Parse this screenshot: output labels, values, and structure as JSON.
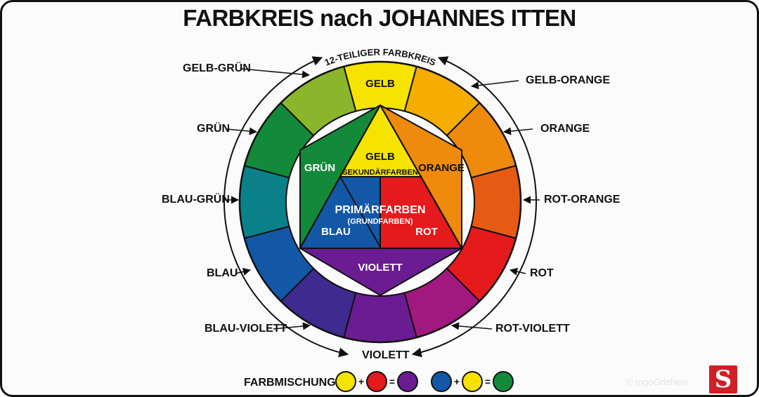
{
  "title": "FARBKREIS nach JOHANNES ITTEN",
  "ring_label": "12-TEILIGER FARBKREIS",
  "segments": [
    {
      "name": "GELB",
      "color": "#f6e300"
    },
    {
      "name": "GELB-ORANGE",
      "color": "#f4ad00"
    },
    {
      "name": "ORANGE",
      "color": "#ee8a0c"
    },
    {
      "name": "ROT-ORANGE",
      "color": "#e65a13"
    },
    {
      "name": "ROT",
      "color": "#e41a1c"
    },
    {
      "name": "ROT-VIOLETT",
      "color": "#a1197e"
    },
    {
      "name": "VIOLETT",
      "color": "#6b1c92"
    },
    {
      "name": "BLAU-VIOLETT",
      "color": "#3f2a8f"
    },
    {
      "name": "BLAU",
      "color": "#1358a7"
    },
    {
      "name": "BLAU-GRÜN",
      "color": "#0a8188"
    },
    {
      "name": "GRÜN",
      "color": "#138a3a"
    },
    {
      "name": "GELB-GRÜN",
      "color": "#8bb52a"
    }
  ],
  "outer_labels": {
    "gelb_gruen": "GELB-GRÜN",
    "gelb_orange": "GELB-ORANGE",
    "gruen": "GRÜN",
    "orange": "ORANGE",
    "blau_gruen": "BLAU-GRÜN",
    "rot_orange": "ROT-ORANGE",
    "blau": "BLAU",
    "rot": "ROT",
    "blau_violett": "BLAU-VIOLETT",
    "rot_violett": "ROT-VIOLETT",
    "violett": "VIOLETT"
  },
  "inner": {
    "gelb": "GELB",
    "sekundaer": "SEKUNDÄRFARBEN",
    "gruen": "GRÜN",
    "orange": "ORANGE",
    "primaer": "PRIMÄRFARBEN",
    "grundfarben": "(GRUNDFARBEN)",
    "blau": "BLAU",
    "rot": "ROT",
    "violett": "VIOLETT"
  },
  "inner_colors": {
    "yellow": "#f6e300",
    "green": "#138a3a",
    "orange": "#ee8a0c",
    "blue": "#1358a7",
    "red": "#e41a1c",
    "violet": "#6b1c92"
  },
  "mixing": {
    "label": "FARBMISCHUNG",
    "row": [
      {
        "type": "dot",
        "color": "#f6e300"
      },
      {
        "type": "op",
        "text": "+"
      },
      {
        "type": "dot",
        "color": "#e41a1c"
      },
      {
        "type": "op",
        "text": "="
      },
      {
        "type": "dot",
        "color": "#6b1c92"
      },
      {
        "type": "gap"
      },
      {
        "type": "dot",
        "color": "#1358a7"
      },
      {
        "type": "op",
        "text": "+"
      },
      {
        "type": "dot",
        "color": "#f6e300"
      },
      {
        "type": "op",
        "text": "="
      },
      {
        "type": "dot",
        "color": "#138a3a"
      }
    ]
  },
  "watermark": "© IngoGriehein",
  "logo_letter": "S"
}
